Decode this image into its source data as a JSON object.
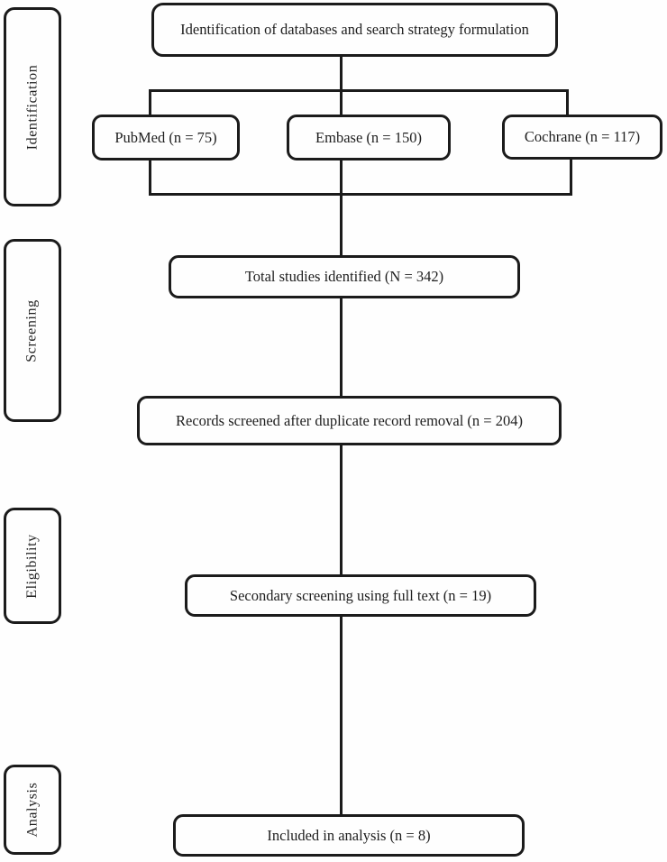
{
  "diagram": {
    "stages": [
      {
        "id": "identification",
        "label": "Identification"
      },
      {
        "id": "screening",
        "label": "Screening"
      },
      {
        "id": "eligibility",
        "label": "Eligibility"
      },
      {
        "id": "analysis",
        "label": "Analysis"
      }
    ],
    "nodes": {
      "search_strategy": {
        "label": "Identification of databases and search strategy formulation"
      },
      "pubmed": {
        "label": "PubMed (n = 75)",
        "n": 75
      },
      "embase": {
        "label": "Embase (n = 150)",
        "n": 150
      },
      "cochrane": {
        "label": "Cochrane (n = 117)",
        "n": 117
      },
      "total_identified": {
        "label": "Total studies identified (N = 342)",
        "n": 342
      },
      "records_screened": {
        "label": "Records screened after duplicate record removal (n = 204)",
        "n": 204
      },
      "secondary_screening": {
        "label": "Secondary screening using full text (n = 19)",
        "n": 19
      },
      "included_analysis": {
        "label": "Included in analysis (n = 8)",
        "n": 8
      }
    },
    "colors": {
      "ink": "#1b1b1b",
      "background": "#ffffff"
    }
  }
}
